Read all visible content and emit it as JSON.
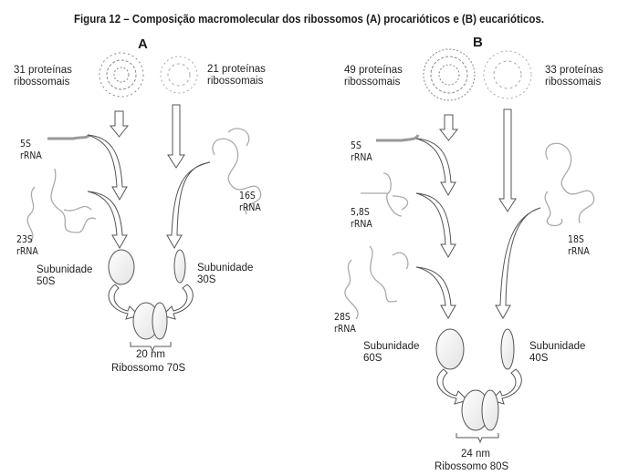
{
  "figure": {
    "title": "Figura 12 – Composição macromolecular dos ribossomos (A) procarióticos e (B) eucarióticos."
  },
  "panels": [
    {
      "label": "A",
      "type": "procariótico",
      "large_proteins": "31 proteínas\nribossomais",
      "small_proteins": "21 proteínas\nribossomais",
      "rnas_large": [
        "5S\nrRNA",
        "23S\nrRNA"
      ],
      "rna_small": "16S\nrRNA",
      "large_subunit": "Subunidade\n50S",
      "small_subunit": "Subunidade\n30S",
      "size": "20 nm",
      "ribosome": "Ribossomo 70S"
    },
    {
      "label": "B",
      "type": "eucariótico",
      "large_proteins": "49 proteínas\nribossomais",
      "small_proteins": "33 proteínas\nribossomais",
      "rnas_large": [
        "5S\nrRNA",
        "5,8S\nrRNA",
        "28S\nrRNA"
      ],
      "rna_small": "18S\nrRNA",
      "large_subunit": "Subunidade\n60S",
      "small_subunit": "Subunidade\n40S",
      "size": "24 nm",
      "ribosome": "Ribossomo 80S"
    }
  ],
  "colors": {
    "line": "#555555",
    "fill": "#f2f2f2",
    "rna": "#9a9a9a",
    "text": "#1a1a1a"
  }
}
